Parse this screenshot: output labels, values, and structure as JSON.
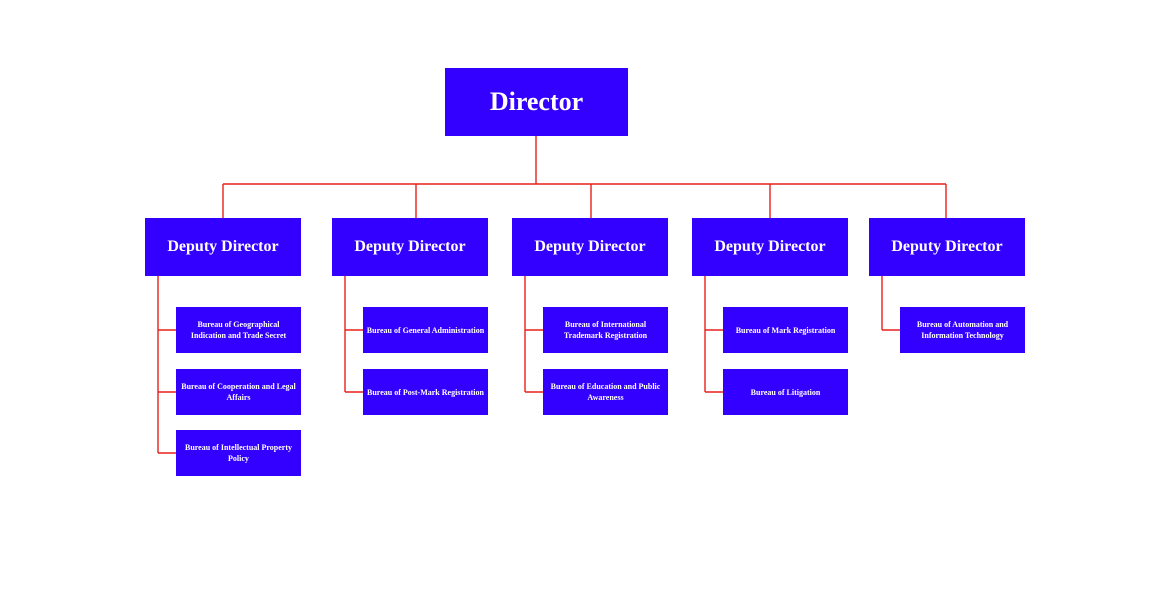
{
  "colors": {
    "box_fill": "#3300ff",
    "box_text": "#ffffff",
    "connector": "#e8201c",
    "background": "#ffffff"
  },
  "director": {
    "label": "Director"
  },
  "deputies": [
    {
      "label": "Deputy Director",
      "bureaus": [
        "Bureau of Geographical Indication and Trade Secret",
        "Bureau of Cooperation and Legal Affairs",
        "Bureau of Intellectual Property Policy"
      ]
    },
    {
      "label": "Deputy Director",
      "bureaus": [
        "Bureau of General Administration",
        "Bureau of Post-Mark Registration"
      ]
    },
    {
      "label": "Deputy Director",
      "bureaus": [
        "Bureau of International Trademark Registration",
        "Bureau of Education and Public Awareness"
      ]
    },
    {
      "label": "Deputy Director",
      "bureaus": [
        "Bureau of Mark Registration",
        "Bureau of Litigation"
      ]
    },
    {
      "label": "Deputy Director",
      "bureaus": [
        "Bureau of Automation and Information Technology"
      ]
    }
  ]
}
